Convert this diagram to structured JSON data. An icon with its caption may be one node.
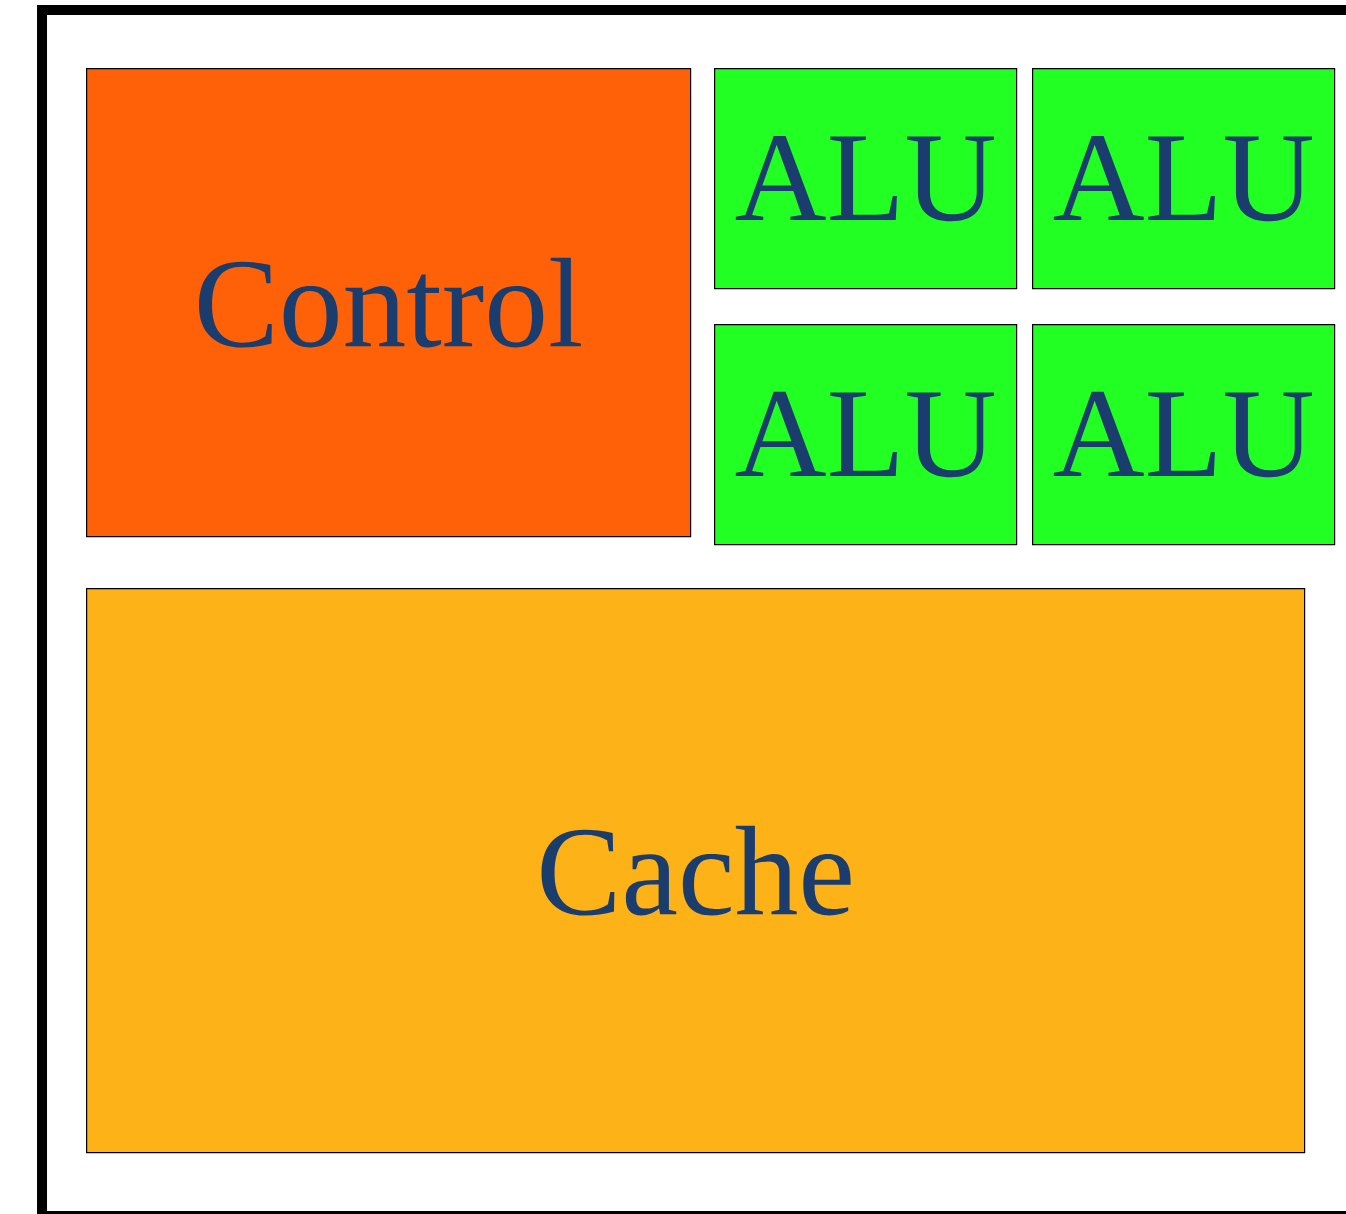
{
  "diagram": {
    "nodes": [
      {
        "text": [],
        "shape": "box"
      },
      {
        "text": [
          "Control"
        ],
        "in": 0
      },
      {
        "text": [
          "ALU"
        ],
        "in": 0
      },
      {
        "text": [
          "ALU"
        ],
        "in": 0
      },
      {
        "text": [
          "ALU"
        ],
        "in": 0
      },
      {
        "text": [
          "ALU"
        ],
        "in": 0
      },
      {
        "text": [
          "Cache"
        ],
        "in": 0
      }
    ]
  }
}
